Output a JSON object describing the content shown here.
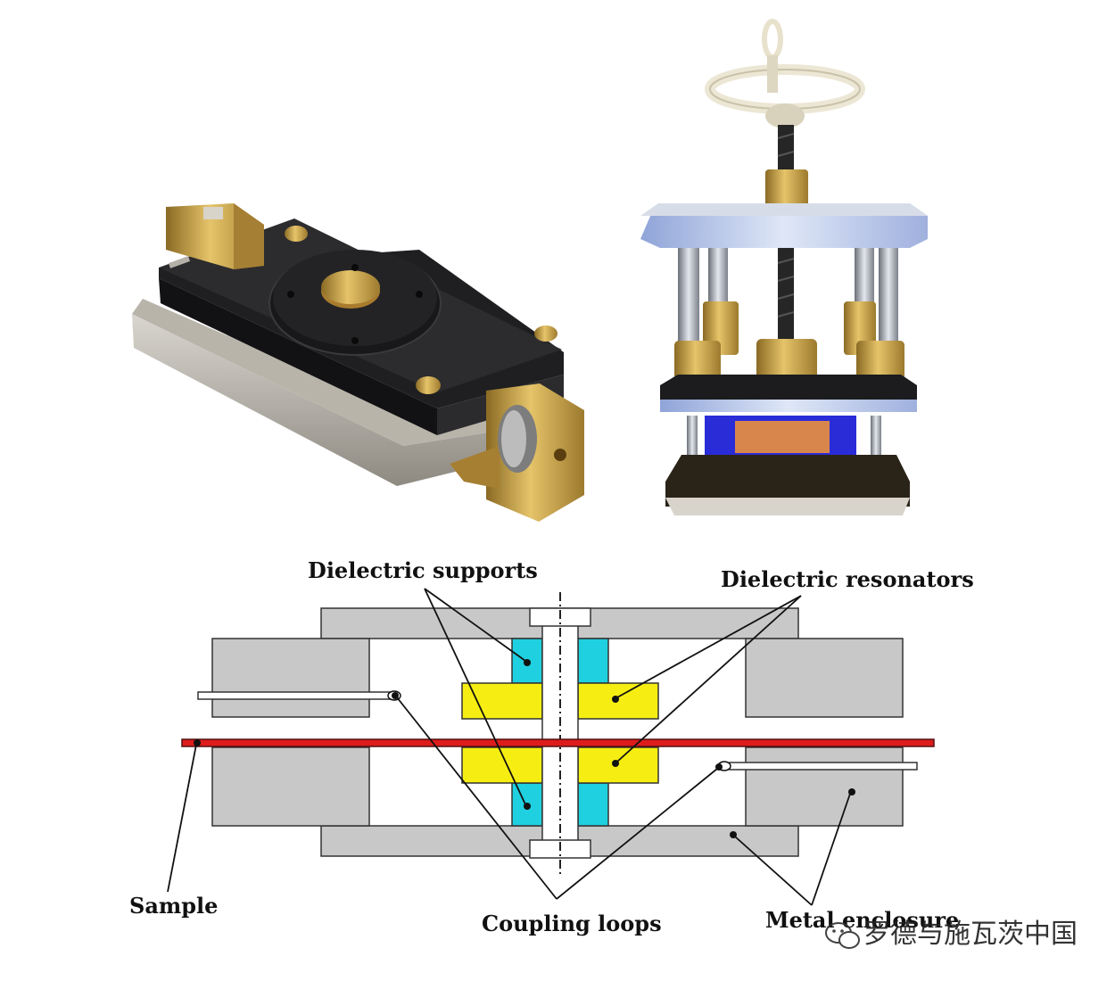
{
  "labels": {
    "dielectric_supports": "Dielectric supports",
    "dielectric_resonators": "Dielectric resonators",
    "sample": "Sample",
    "coupling_loops": "Coupling loops",
    "metal_enclosure": "Metal enclosure"
  },
  "watermark": {
    "text": "罗德与施瓦茨中国",
    "icon": "wechat-icon"
  },
  "colors": {
    "metal": "#c8c8c8",
    "dielectric_support": "#1fd0e0",
    "dielectric_resonator": "#f6ee12",
    "sample": "#dd1c1c",
    "brass": "#c9a24a",
    "black_plate": "#2a2a2a",
    "blue_dielectric": "#2a2cd8"
  },
  "photos": [
    {
      "name": "split-post-resonator-photo",
      "icon": "split-post-dielectric-resonator-fixture"
    },
    {
      "name": "screw-press-resonator-photo",
      "icon": "adjustable-dielectric-resonator-fixture"
    }
  ]
}
